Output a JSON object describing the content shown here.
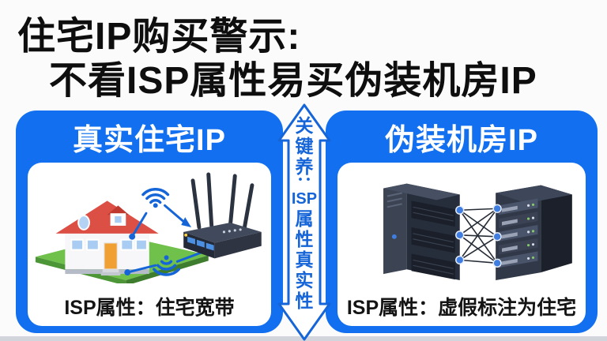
{
  "title": {
    "line1": "住宅IP购买警示:",
    "line2": "不看ISP属性易买伪装机房IP"
  },
  "comparison": {
    "left_panel": {
      "header": "真实住宅IP",
      "footer": "ISP属性：住宅宽带",
      "illustration": "house connected to wifi router"
    },
    "right_panel": {
      "header": "伪装机房IP",
      "footer": "ISP属性：虚假标注为住宅",
      "illustration": "two datacenter server racks cross-linked"
    },
    "center": {
      "full_text": "关键养：ISP属性真实性",
      "chars": [
        "关",
        "键",
        "养",
        "：",
        "ISP",
        "属",
        "性",
        "真",
        "实",
        "性"
      ]
    }
  },
  "icons": {
    "double_arrow": "double-headed-arrow-icon",
    "wifi": "wifi-icon",
    "house": "house-icon",
    "router": "router-icon",
    "server_rack": "server-rack-icon"
  },
  "colors": {
    "panel_blue": "#1270f0",
    "accent_blue": "#1565d8",
    "title_black": "#0e0e0e",
    "inner_white": "#ffffff",
    "grass_green": "#6fc14b",
    "roof_red": "#dc4f45",
    "door_orange": "#f0a032",
    "device_dark": "#262d3b",
    "node_blue": "#3f7de0"
  }
}
